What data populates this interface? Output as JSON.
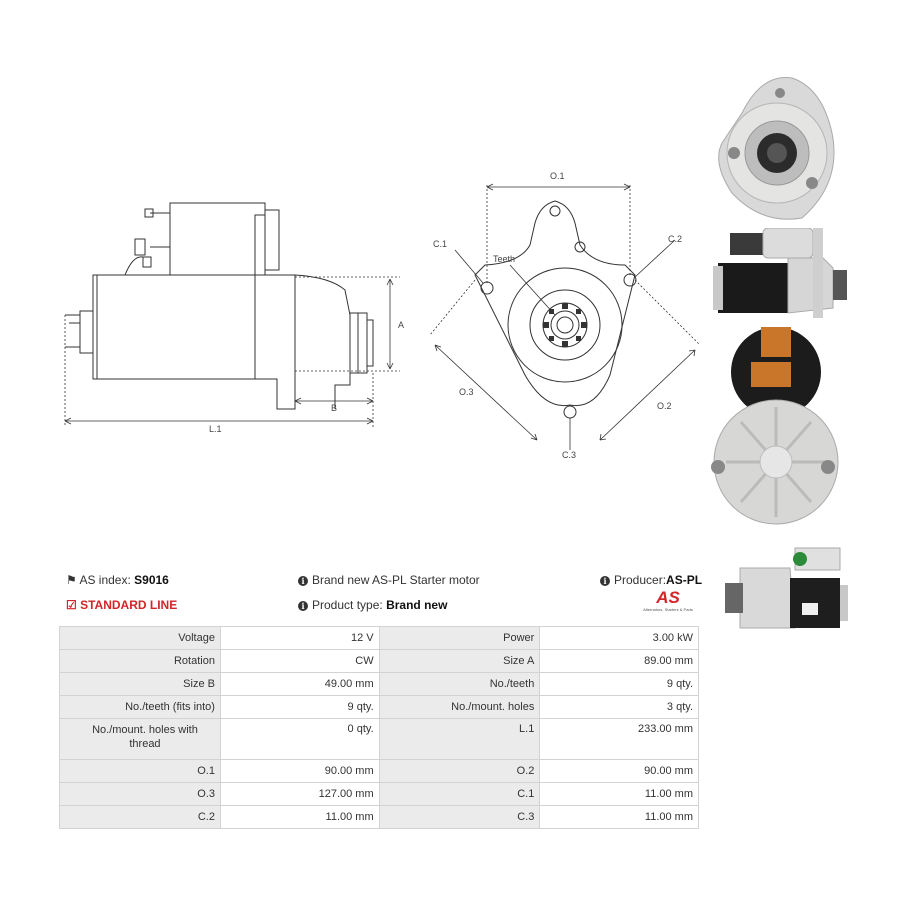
{
  "drawing": {
    "side_labels": {
      "a": "A",
      "b": "B",
      "l1": "L.1"
    },
    "front_labels": {
      "o1": "O.1",
      "o2": "O.2",
      "o3": "O.3",
      "c1": "C.1",
      "c2": "C.2",
      "c3": "C.3",
      "teeth": "Teeth"
    }
  },
  "info": {
    "as_index_label": "AS index:",
    "as_index_value": "S9016",
    "standard_line": "STANDARD LINE",
    "description": "Brand new AS-PL Starter motor",
    "product_type_label": "Product type:",
    "product_type_value": "Brand new",
    "producer_label": "Producer:",
    "producer_value": "AS-PL",
    "logo_text": "AS",
    "logo_tagline": "Alternators, Starters & Parts"
  },
  "specs": [
    [
      "Voltage",
      "12 V",
      "Power",
      "3.00 kW"
    ],
    [
      "Rotation",
      "CW",
      "Size A",
      "89.00 mm"
    ],
    [
      "Size B",
      "49.00 mm",
      "No./teeth",
      "9 qty."
    ],
    [
      "No./teeth (fits into)",
      "9 qty.",
      "No./mount. holes",
      "3 qty."
    ],
    [
      "No./mount. holes with thread",
      "0 qty.",
      "L.1",
      "233.00 mm"
    ],
    [
      "O.1",
      "90.00 mm",
      "O.2",
      "90.00 mm"
    ],
    [
      "O.3",
      "127.00 mm",
      "C.1",
      "11.00 mm"
    ],
    [
      "C.2",
      "11.00 mm",
      "C.3",
      "11.00 mm"
    ]
  ],
  "colors": {
    "brand_red": "#d4242a",
    "label_bg": "#ebebeb"
  }
}
